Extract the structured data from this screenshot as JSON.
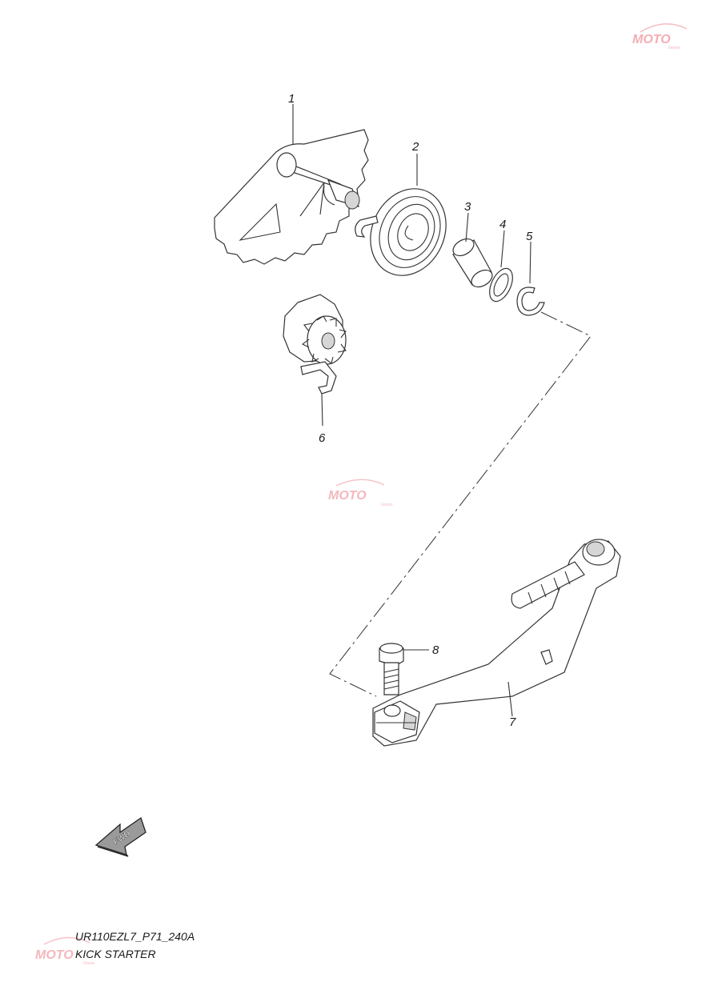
{
  "parts": [
    {
      "number": "1"
    },
    {
      "number": "2"
    },
    {
      "number": "3"
    },
    {
      "number": "4"
    },
    {
      "number": "5"
    },
    {
      "number": "6"
    },
    {
      "number": "7"
    },
    {
      "number": "8"
    }
  ],
  "fwd_arrow": {
    "label": "FWD"
  },
  "footer": {
    "diagram_code": "UR110EZL7_P71_240A",
    "section_title": "KICK STARTER"
  },
  "watermark": {
    "brand": "MOTO",
    "sub": "Gnoss"
  }
}
